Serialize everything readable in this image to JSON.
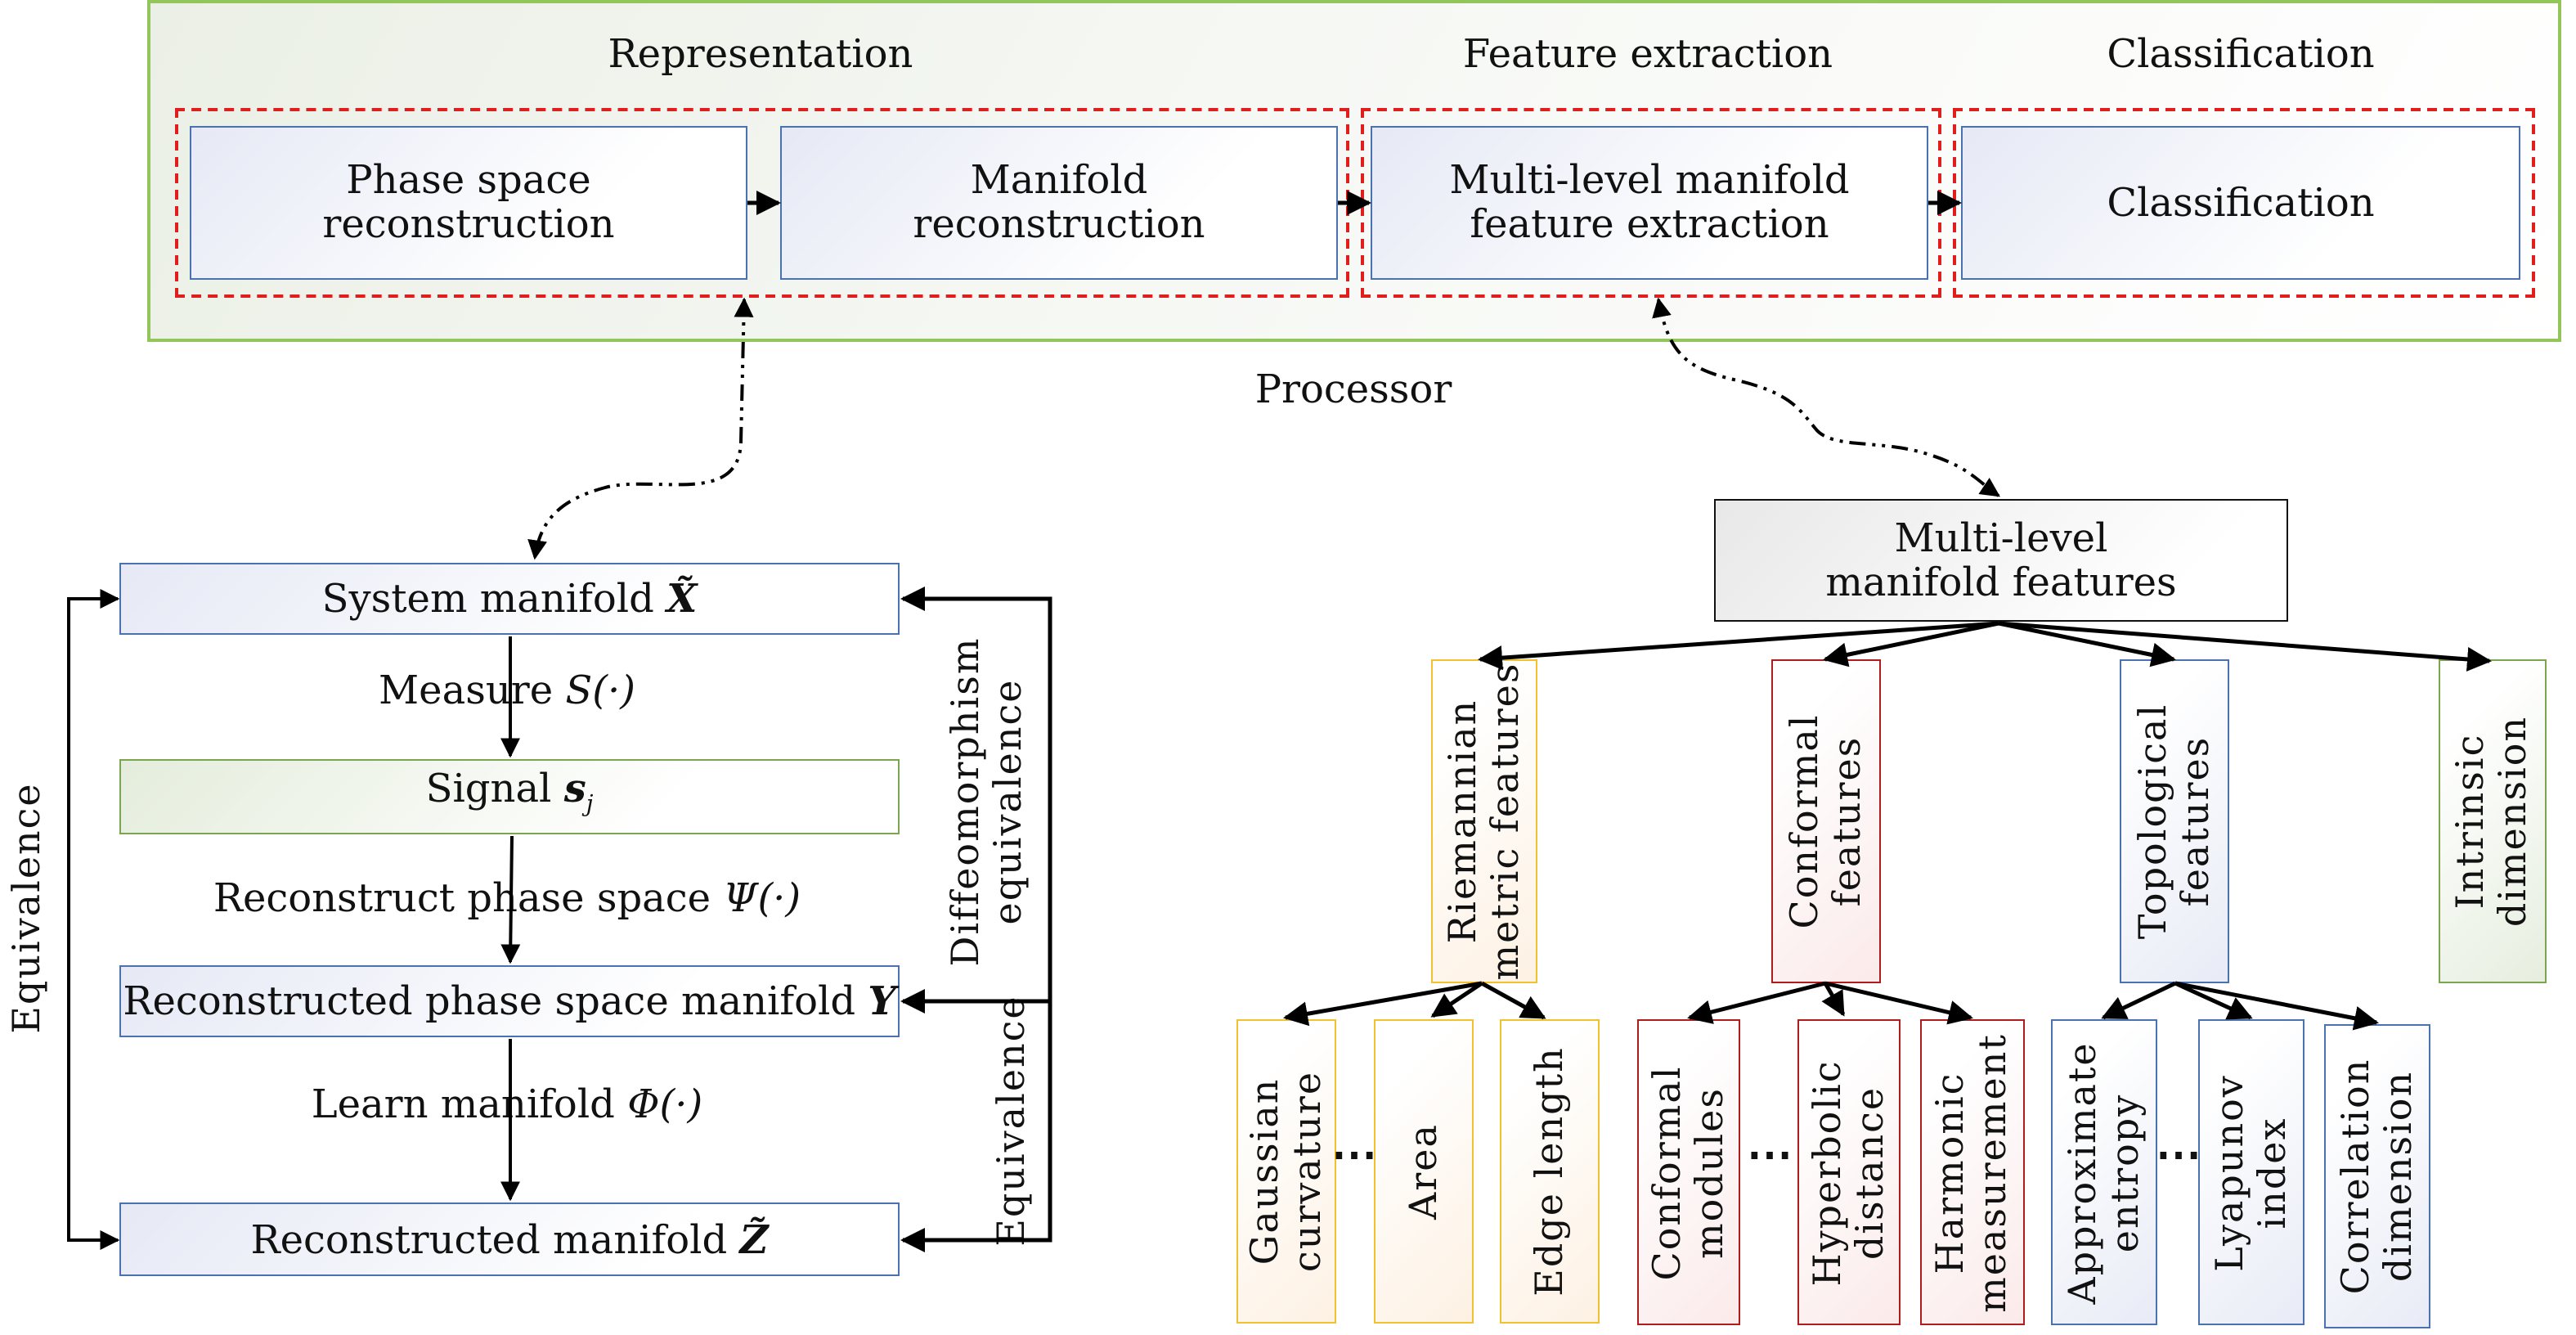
{
  "processor": {
    "section_labels": [
      "Representation",
      "Feature extraction",
      "Classification"
    ],
    "steps": [
      {
        "label": "Phase space reconstruction",
        "line1": "Phase space",
        "line2": "reconstruction"
      },
      {
        "label": "Manifold reconstruction",
        "line1": "Manifold",
        "line2": "reconstruction"
      },
      {
        "label": "Multi-level manifold feature extraction",
        "line1": "Multi-level manifold",
        "line2": "feature extraction"
      },
      {
        "label": "Classification",
        "line1": "Classification",
        "line2": ""
      }
    ],
    "caption": "Processor"
  },
  "left_flow": {
    "nodes": {
      "system_manifold": {
        "text": "System manifold ",
        "symbol": "X̃"
      },
      "signal": {
        "text": "Signal ",
        "symbol": "s",
        "subscript": "j"
      },
      "reconstructed_phase": {
        "text": "Reconstructed phase space manifold ",
        "symbol": "Y"
      },
      "reconstructed_manifold": {
        "text": "Reconstructed manifold ",
        "symbol": "Z̃"
      }
    },
    "edge_labels": {
      "measure": {
        "text": "Measure ",
        "fn": "S(·)"
      },
      "reconstruct": {
        "text": "Reconstruct phase space ",
        "fn": "Ψ(·)"
      },
      "learn": {
        "text": "Learn manifold ",
        "fn": "Φ(·)"
      }
    },
    "side_labels": {
      "left_equivalence": "Equivalence",
      "diffeo_line1": "Diffeomorphism",
      "diffeo_line2": "equivalence",
      "right_equivalence": "Equivalence"
    }
  },
  "feature_tree": {
    "root": {
      "line1": "Multi-level",
      "line2": "manifold features"
    },
    "categories": [
      {
        "line1": "Riemannian",
        "line2": "metric features",
        "color": "#f2c12e"
      },
      {
        "line1": "Conformal",
        "line2": "features",
        "color": "#b01c1c"
      },
      {
        "line1": "Topological",
        "line2": "features",
        "color": "#4a72b0"
      },
      {
        "line1": "Intrinsic",
        "line2": "dimension",
        "color": "#79a64e"
      }
    ],
    "leaves": [
      {
        "line1": "Gaussian",
        "line2": "curvature"
      },
      {
        "line1": "Area",
        "line2": ""
      },
      {
        "line1": "Edge length",
        "line2": ""
      },
      {
        "line1": "Conformal",
        "line2": "modules"
      },
      {
        "line1": "Hyperbolic",
        "line2": "distance"
      },
      {
        "line1": "Harmonic",
        "line2": "measurement"
      },
      {
        "line1": "Approximate",
        "line2": "entropy"
      },
      {
        "line1": "Lyapunov",
        "line2": "index"
      },
      {
        "line1": "Correlation",
        "line2": "dimension"
      }
    ],
    "ellipsis": "⋯"
  },
  "colors": {
    "processor_border": "#92c55a",
    "stage_dashed": "#e01e1e",
    "step_border": "#4a72b0"
  }
}
